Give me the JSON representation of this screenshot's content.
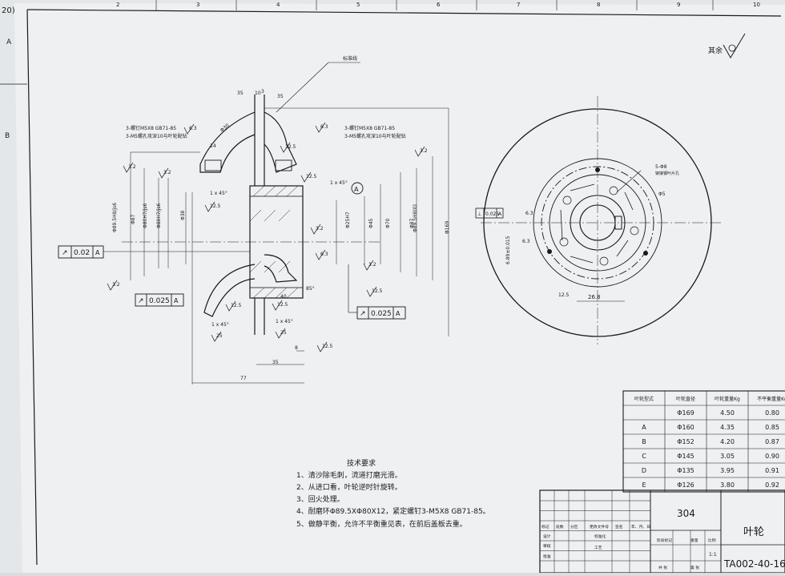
{
  "border": {
    "columns": [
      "2",
      "3",
      "4",
      "5",
      "6",
      "7",
      "8",
      "9",
      "10"
    ],
    "rows": [
      "A",
      "B"
    ],
    "corner_note": "20)"
  },
  "surface_note": "其余",
  "section_view": {
    "label_flag": "标准线",
    "dims": [
      "35",
      "10",
      "3",
      "35",
      "Φ30",
      "14",
      "Φ38",
      "Φ25H7",
      "Φ45",
      "Φ70",
      "Φ87",
      "Φ80H7/js6",
      "Φ89.5H8/js6",
      "Φ169",
      "Φ87",
      "Φ80H7/js6",
      "Φ89.5H8(0)",
      "40",
      "35",
      "77",
      "8",
      "85°",
      "1 x 45°",
      "1 x 45°",
      "1 x 45°",
      "1 x 45°"
    ],
    "roughness": [
      "3.2",
      "3.2",
      "3.2",
      "3.2",
      "3.2",
      "3.2",
      "6.3",
      "6.3",
      "6.3",
      "12.5",
      "12.5",
      "12.5",
      "12.5",
      "12.5",
      "12.5",
      "25",
      "25",
      "12.5"
    ],
    "notes_left": [
      "3-螺钉M5X8 GB71-85",
      "3-M5螺孔攻深10与叶轮配钻"
    ],
    "notes_right": [
      "3-螺钉M5X8 GB71-85",
      "3-M5螺孔攻深10与叶轮配钻"
    ],
    "datum": "A",
    "tolerance_frames": [
      {
        "symbol": "↗",
        "value": "0.02",
        "datum": "A"
      },
      {
        "symbol": "↗",
        "value": "0.025",
        "datum": "A"
      },
      {
        "symbol": "↗",
        "value": "0.025",
        "datum": "A"
      }
    ]
  },
  "end_view": {
    "note": [
      "5-Φ8",
      "铆接钢叶片孔"
    ],
    "dims": [
      "Φ5",
      "26.8",
      "6.3",
      "6.3",
      "12.5"
    ],
    "side_dim": "6.89±0.015",
    "frame": {
      "value": "0.025",
      "datum": "A"
    }
  },
  "tech_requirements": {
    "title": "技术要求",
    "items": [
      "1、清沙除毛刺，流道打磨光滑。",
      "2、从进口看，叶轮逆时针旋转。",
      "3、回火处理。",
      "4、耐磨环Φ89.5XΦ80X12，紧定螺钉3-M5X8 GB71-85。",
      "5、做静平衡，允许不平衡重见表，在前后盖板去重。"
    ]
  },
  "spec_table": {
    "headers": [
      "叶轮型式",
      "叶轮直径",
      "叶轮重量Kg",
      "不平衡重量Kg"
    ],
    "rows": [
      [
        "",
        "Φ169",
        "4.50",
        "0.80"
      ],
      [
        "A",
        "Φ160",
        "4.35",
        "0.85"
      ],
      [
        "B",
        "Φ152",
        "4.20",
        "0.87"
      ],
      [
        "C",
        "Φ145",
        "3.05",
        "0.90"
      ],
      [
        "D",
        "Φ135",
        "3.95",
        "0.91"
      ],
      [
        "E",
        "Φ126",
        "3.80",
        "0.92"
      ]
    ]
  },
  "title_block": {
    "material": "304",
    "part_name": "叶轮",
    "drawing_no": "TA002-40-16",
    "scale": "1:1",
    "labels": [
      "标记",
      "处数",
      "分区",
      "更改文件号",
      "签名",
      "年、月、日",
      "设计",
      "标准化",
      "阶段标记",
      "重量",
      "比例",
      "审核",
      "工艺",
      "批准",
      "共 张",
      "第 张"
    ]
  }
}
